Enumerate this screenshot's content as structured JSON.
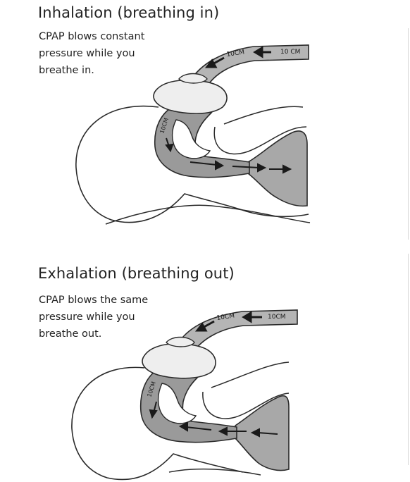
{
  "panels": [
    {
      "title": "Inhalation (breathing in)",
      "caption_lines": [
        "CPAP blows constant",
        "pressure while you",
        "breathe in."
      ],
      "hose_labels": [
        "10CM",
        "10 CM"
      ],
      "airway_label": "10CM",
      "airflow_direction": "into lungs"
    },
    {
      "title": "Exhalation (breathing out)",
      "caption_lines": [
        "CPAP blows the same",
        "pressure while you",
        "breathe out."
      ],
      "hose_labels": [
        "10CM",
        "10CM"
      ],
      "airway_label": "10CM",
      "airflow_direction": "out of lungs"
    }
  ],
  "colors": {
    "ink": "#2a2a2a",
    "airway_fill": "#9a9a9a",
    "lung_fill": "#a8a8a8",
    "hose_fill": "#b5b5b5",
    "mask_fill": "#eeeeee"
  }
}
